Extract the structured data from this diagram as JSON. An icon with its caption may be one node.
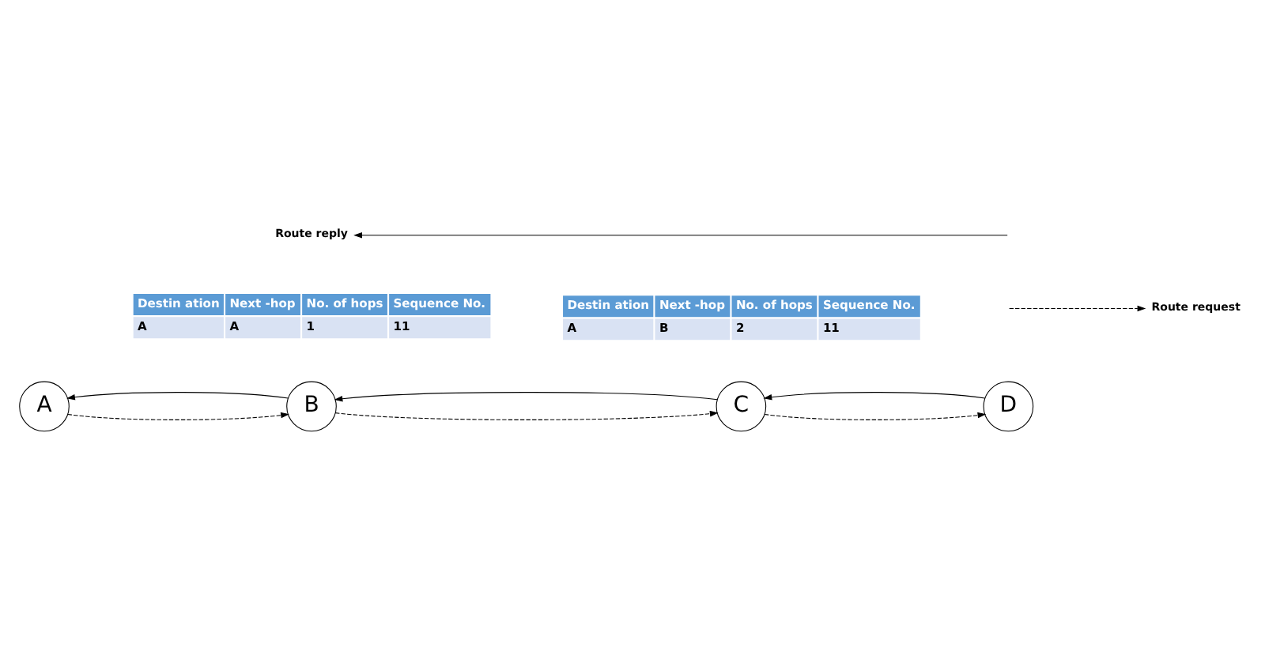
{
  "diagram": {
    "nodes": [
      {
        "text": [
          "A"
        ]
      },
      {
        "text": [
          "B"
        ]
      },
      {
        "text": [
          "C"
        ]
      },
      {
        "text": [
          "D"
        ]
      }
    ],
    "edges": [
      {
        "from": 1,
        "to": 0,
        "arrow": "to"
      },
      {
        "from": 0,
        "to": 1,
        "arrow": "to",
        "style": "dashed"
      },
      {
        "from": 1,
        "to": 2,
        "arrow": "to",
        "style": "dashed"
      },
      {
        "from": 2,
        "to": 1,
        "arrow": "to"
      },
      {
        "from": 2,
        "to": 3,
        "arrow": "to",
        "style": "dashed"
      },
      {
        "from": 3,
        "to": 2,
        "arrow": "to"
      }
    ],
    "labels": [
      "Destin ation",
      "Next -hop",
      "No. of hops",
      "Sequence No.",
      "A",
      "B",
      "2",
      "11",
      "Destin ation",
      "Next -hop",
      "No. of hops",
      "Sequence No.",
      "A",
      "A",
      "1",
      "11"
    ],
    "legend": [
      {
        "text": "Route request"
      },
      {
        "text": "Route reply"
      }
    ]
  }
}
